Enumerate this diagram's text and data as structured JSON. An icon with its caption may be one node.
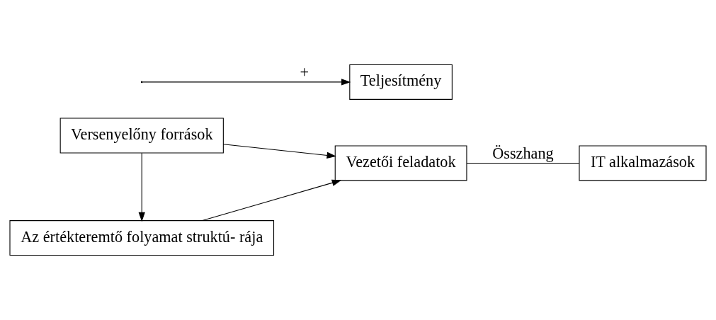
{
  "diagram": {
    "nodes": [
      {
        "text": [
          "Versenyelőny források"
        ]
      },
      {
        "text": [
          "Az értékteremtő folyamat struktú- rája"
        ]
      },
      {
        "text": [
          "Vezetői feladatok"
        ]
      },
      {
        "text": [
          "IT alkalmazások"
        ]
      },
      {
        "text": [
          "Teljesítmény"
        ]
      }
    ],
    "edges": [
      {
        "from": 0,
        "to": 1,
        "arrow": "to"
      },
      {
        "from": 0,
        "to": 2,
        "arrow": "to"
      },
      {
        "from": 1,
        "to": 2,
        "arrow": "to"
      },
      {
        "from": 2,
        "to": 3,
        "arrow": "none",
        "label": "Összhang"
      },
      {
        "from": null,
        "to": 4,
        "arrow": "to",
        "label": "+"
      }
    ]
  }
}
